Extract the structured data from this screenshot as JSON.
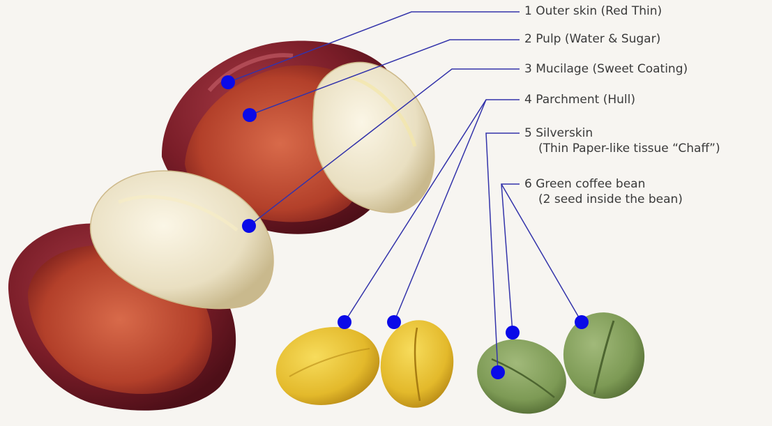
{
  "labels": [
    {
      "number": "1",
      "text": "Outer skin (Red Thin)"
    },
    {
      "number": "2",
      "text": "Pulp (Water & Sugar)"
    },
    {
      "number": "3",
      "text": "Mucilage (Sweet Coating)"
    },
    {
      "number": "4",
      "text": "Parchment (Hull)"
    },
    {
      "number": "5",
      "text": "Silverskin",
      "subtext": "(Thin Paper-like tissue “Chaff”)"
    },
    {
      "number": "6",
      "text": "Green coffee bean",
      "subtext": "(2 seed inside the bean)"
    }
  ],
  "colors": {
    "leader_line": "#3333aa",
    "marker_dot": "#0a0ae8",
    "cherry_skin": "#7a1d28",
    "cherry_flesh": "#b8402a",
    "mucilage_bean": "#ece3c8",
    "parchment_bean": "#e8c233",
    "green_bean": "#7d9a55",
    "background": "#f7f5f1"
  }
}
